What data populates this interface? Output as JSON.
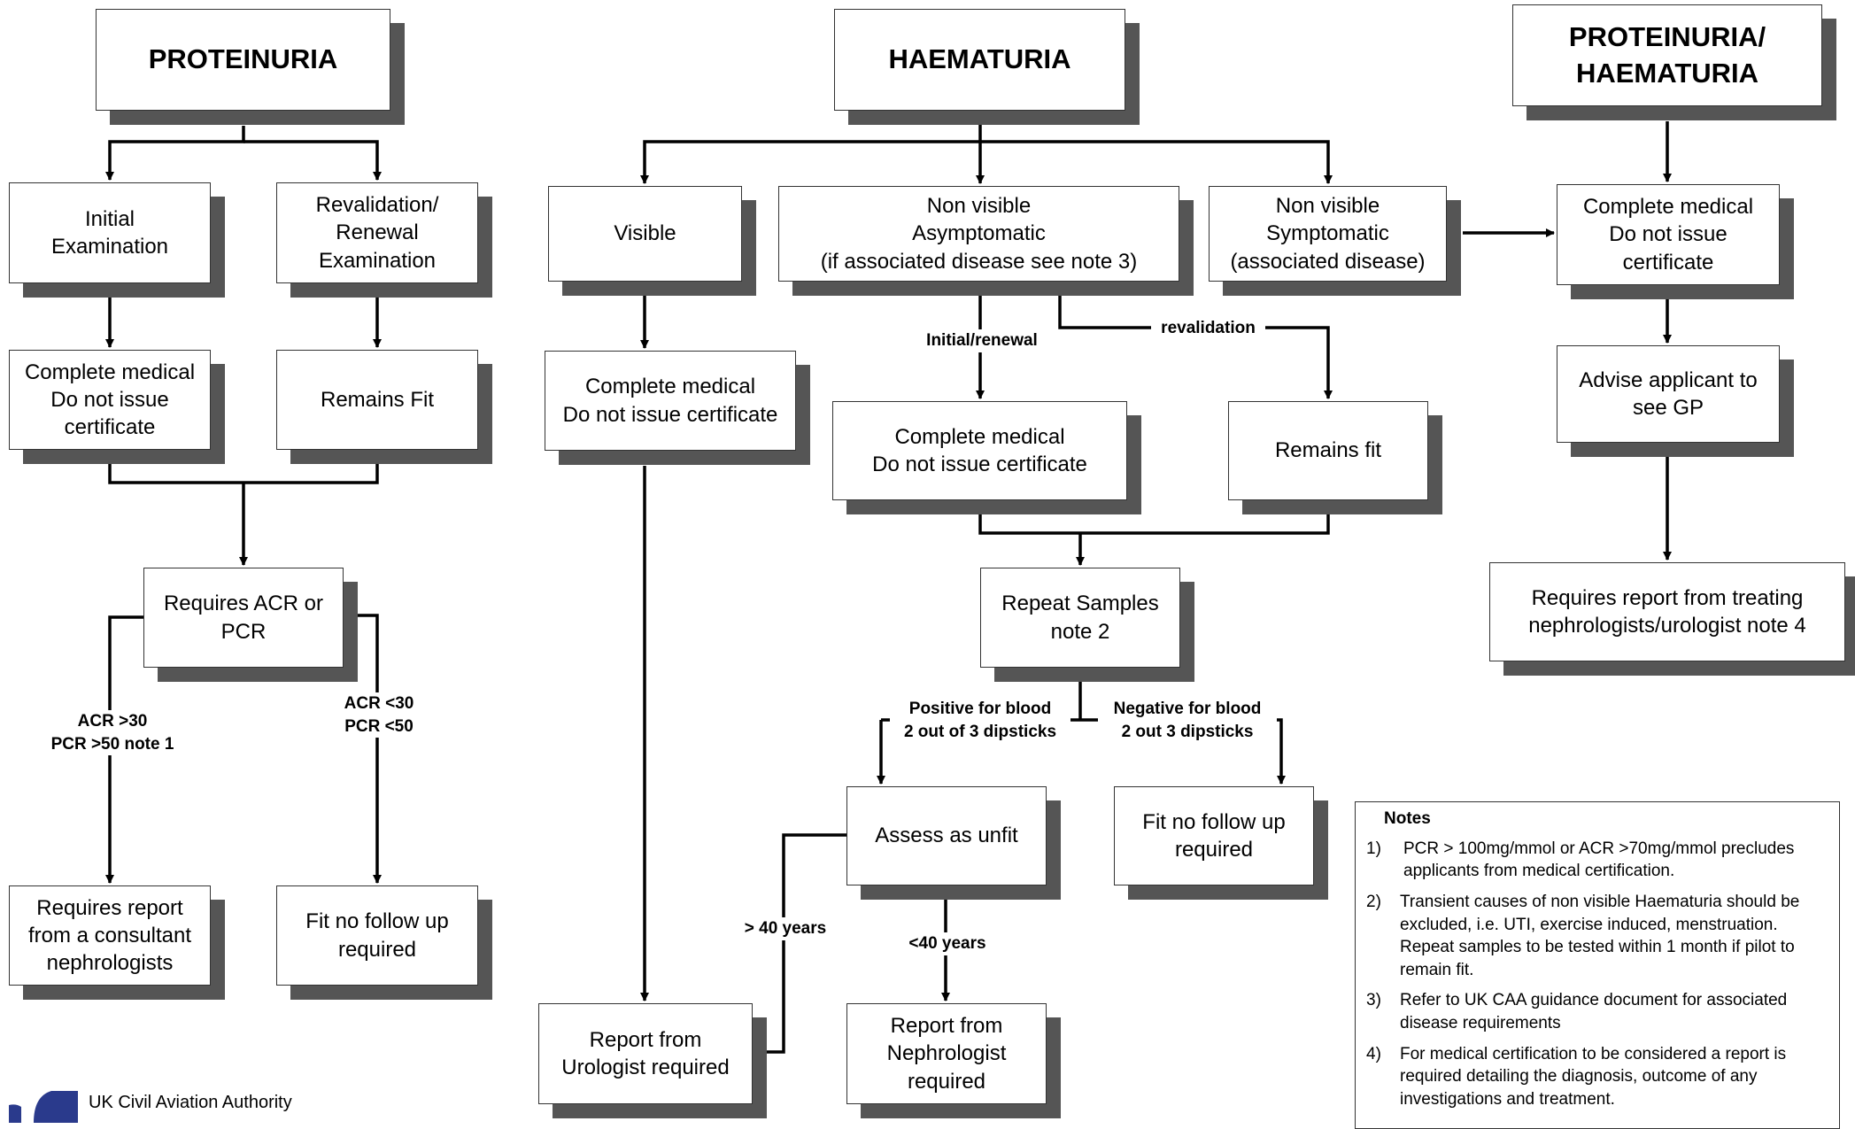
{
  "headers": {
    "proteinuria": "PROTEINURIA",
    "haematuria": "HAEMATURIA",
    "both": "PROTEINURIA/\nHAEMATURIA"
  },
  "proteinuria": {
    "initial": "Initial\nExamination",
    "revalidation": "Revalidation/\nRenewal\nExamination",
    "complete_medical": "Complete medical\nDo not issue\ncertificate",
    "remains_fit": "Remains Fit",
    "requires_acr": "Requires ACR or\nPCR",
    "label_high": "ACR >30\nPCR >50 note 1",
    "label_low": "ACR <30\nPCR <50",
    "report_consultant": "Requires report\nfrom a consultant\nnephrologists",
    "fit_no_follow": "Fit no follow up\nrequired"
  },
  "haematuria": {
    "visible": "Visible",
    "nonvis_asym": "Non visible\nAsymptomatic\n(if associated disease see note 3)",
    "nonvis_sym": "Non visible\nSymptomatic\n(associated disease)",
    "visible_complete": "Complete medical\nDo not issue certificate",
    "label_initial": "Initial/renewal",
    "label_revalidation": "revalidation",
    "asym_complete": "Complete medical\nDo not issue certificate",
    "asym_remains_fit": "Remains fit",
    "repeat_samples": "Repeat Samples\nnote 2",
    "label_positive": "Positive for blood\n2 out of 3 dipsticks",
    "label_negative": "Negative for blood\n2 out 3 dipsticks",
    "assess_unfit": "Assess as unfit",
    "fit_no_follow": "Fit no follow up\nrequired",
    "label_over40": "> 40 years",
    "label_under40": "<40 years",
    "report_urologist": "Report from\nUrologist required",
    "report_nephrologist": "Report from\nNephrologist\nrequired"
  },
  "both": {
    "complete_medical": "Complete medical\nDo not issue\ncertificate",
    "advise_gp": "Advise applicant to\nsee GP",
    "requires_report": "Requires report from treating\nnephrologists/urologist note 4"
  },
  "notes": {
    "title": "Notes",
    "items": [
      {
        "num": "1)",
        "text": "PCR > 100mg/mmol or ACR >70mg/mmol precludes applicants from medical certification."
      },
      {
        "num": "2)",
        "text": "Transient causes of non visible Haematuria should be excluded, i.e. UTI, exercise induced, menstruation. Repeat samples to be tested within 1 month if pilot to remain fit."
      },
      {
        "num": "3)",
        "text": "Refer to UK CAA guidance document for associated disease requirements"
      },
      {
        "num": "4)",
        "text": "For medical certification to be considered a report is required detailing the diagnosis, outcome of any investigations and treatment."
      }
    ]
  },
  "footer": {
    "organisation": "UK Civil Aviation Authority",
    "logo_color": "#2a3a8c"
  }
}
